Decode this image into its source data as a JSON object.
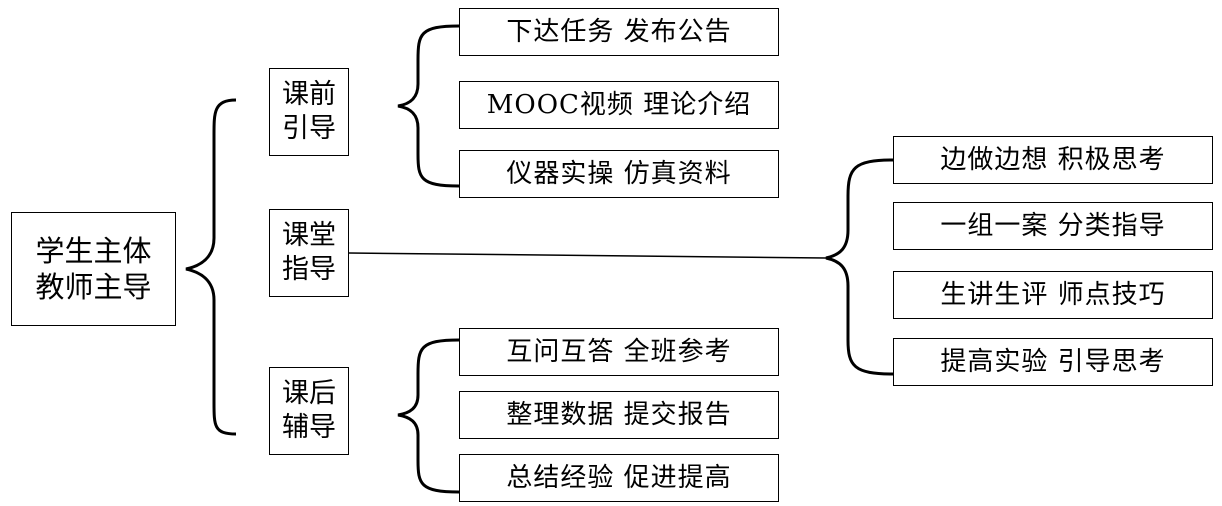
{
  "root": {
    "line1": "学生主体",
    "line2": "教师主导"
  },
  "stages": [
    {
      "line1": "课前",
      "line2": "引导",
      "items": [
        "下达任务 发布公告",
        "MOOC视频 理论介绍",
        "仪器实操 仿真资料"
      ]
    },
    {
      "line1": "课堂",
      "line2": "指导",
      "items": [
        "边做边想 积极思考",
        "一组一案 分类指导",
        "生讲生评 师点技巧",
        "提高实验 引导思考"
      ]
    },
    {
      "line1": "课后",
      "line2": "辅导",
      "items": [
        "互问互答 全班参考",
        "整理数据 提交报告",
        "总结经验 促进提高"
      ]
    }
  ]
}
